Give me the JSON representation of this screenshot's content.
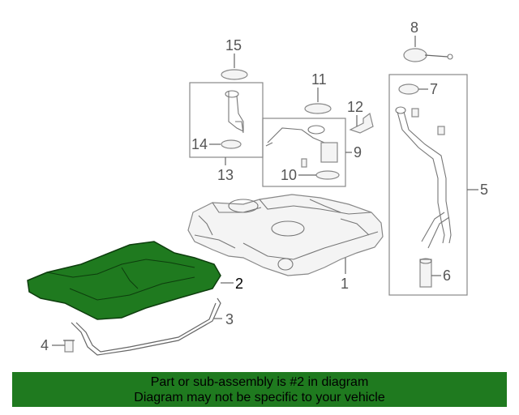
{
  "callouts": {
    "c1": "1",
    "c2": "2",
    "c3": "3",
    "c4": "4",
    "c5": "5",
    "c6": "6",
    "c7": "7",
    "c8": "8",
    "c9": "9",
    "c10": "10",
    "c11": "11",
    "c12": "12",
    "c13": "13",
    "c14": "14",
    "c15": "15"
  },
  "highlight": {
    "part_number": "2",
    "color": "#1f7a1f"
  },
  "banner": {
    "line1": "Part or sub-assembly is #2 in diagram",
    "line2": "Diagram may not be specific to your vehicle",
    "color": "#1f7a1f"
  }
}
